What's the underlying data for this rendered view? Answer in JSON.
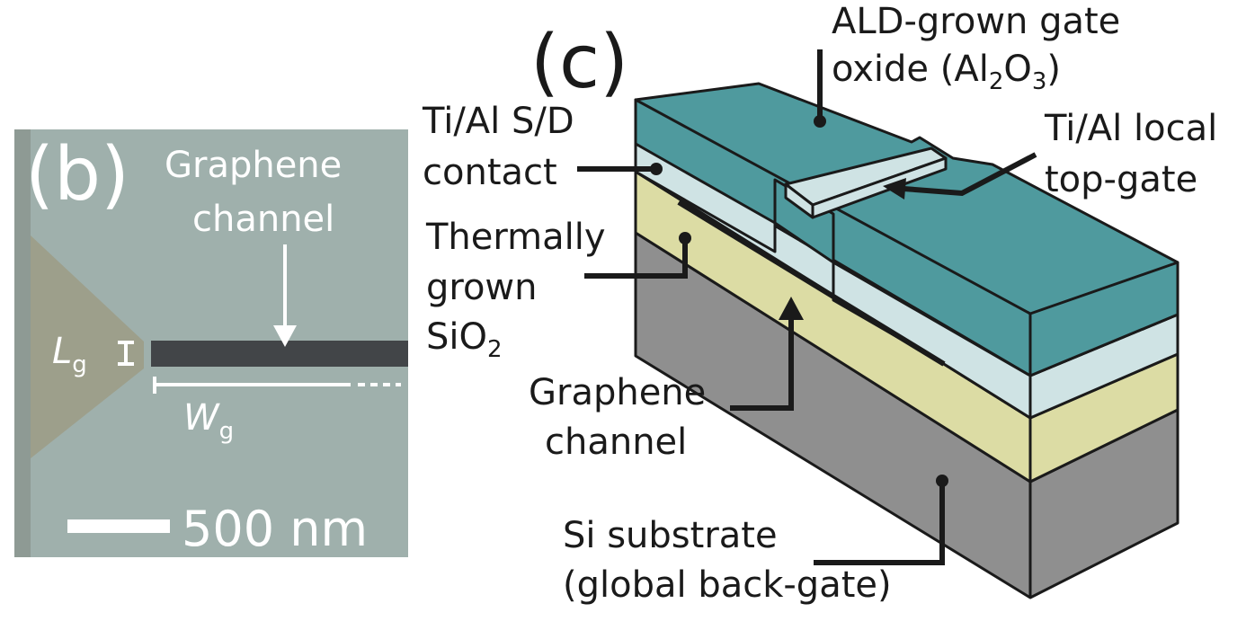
{
  "panel_b": {
    "label": "(b)",
    "channel_label_line1": "Graphene",
    "channel_label_line2": "channel",
    "lg_letter": "L",
    "lg_sub": "g",
    "wg_letter": "W",
    "wg_sub": "g",
    "scale_bar_text": "500 nm"
  },
  "panel_c": {
    "label": "(c)",
    "oxide_line1": "ALD-grown gate",
    "oxide_line2_prefix": "oxide (Al",
    "oxide_sub1": "2",
    "oxide_mid": "O",
    "oxide_sub2": "3",
    "oxide_suffix": ")",
    "contact_line1": "Ti/Al S/D",
    "contact_line2": "contact",
    "topgate_line1": "Ti/Al local",
    "topgate_line2": "top-gate",
    "sio2_line1": "Thermally",
    "sio2_line2": "grown",
    "sio2_line3_prefix": "SiO",
    "sio2_sub": "2",
    "channel_line1": "Graphene",
    "channel_line2": "channel",
    "substrate_line1": "Si substrate",
    "substrate_line2": "(global back-gate)"
  },
  "colors": {
    "oxide": "#4f9a9e",
    "contact": "#cfe3e4",
    "sio2": "#dcdca4",
    "silicon": "#8f8f8f",
    "sem_background": "#9fb0ac",
    "sem_gap": "#9d9f8b",
    "graphene_channel": "#424548"
  }
}
